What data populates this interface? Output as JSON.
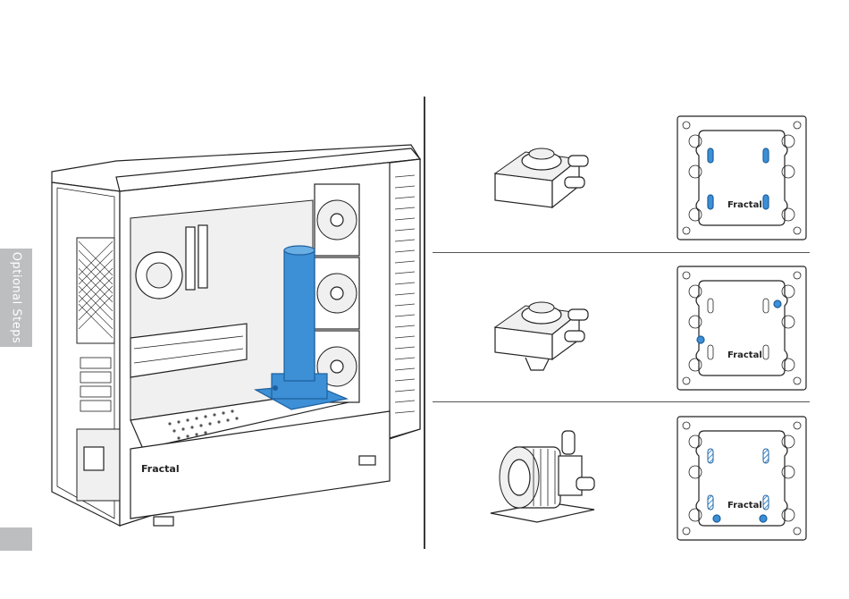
{
  "sidebar": {
    "section_label": "Optional Steps"
  },
  "case": {
    "brand": "Fractal"
  },
  "plates": {
    "brand": "Fractal",
    "rows": [
      {
        "pump": "pump-top-port",
        "mount": "slots"
      },
      {
        "pump": "pump-with-bracket",
        "mount": "holes"
      },
      {
        "pump": "ddc-pump",
        "mount": "hatched"
      }
    ]
  },
  "colors": {
    "accent": "#3d8fd6",
    "tab": "#bcbec0",
    "line": "#222222"
  }
}
